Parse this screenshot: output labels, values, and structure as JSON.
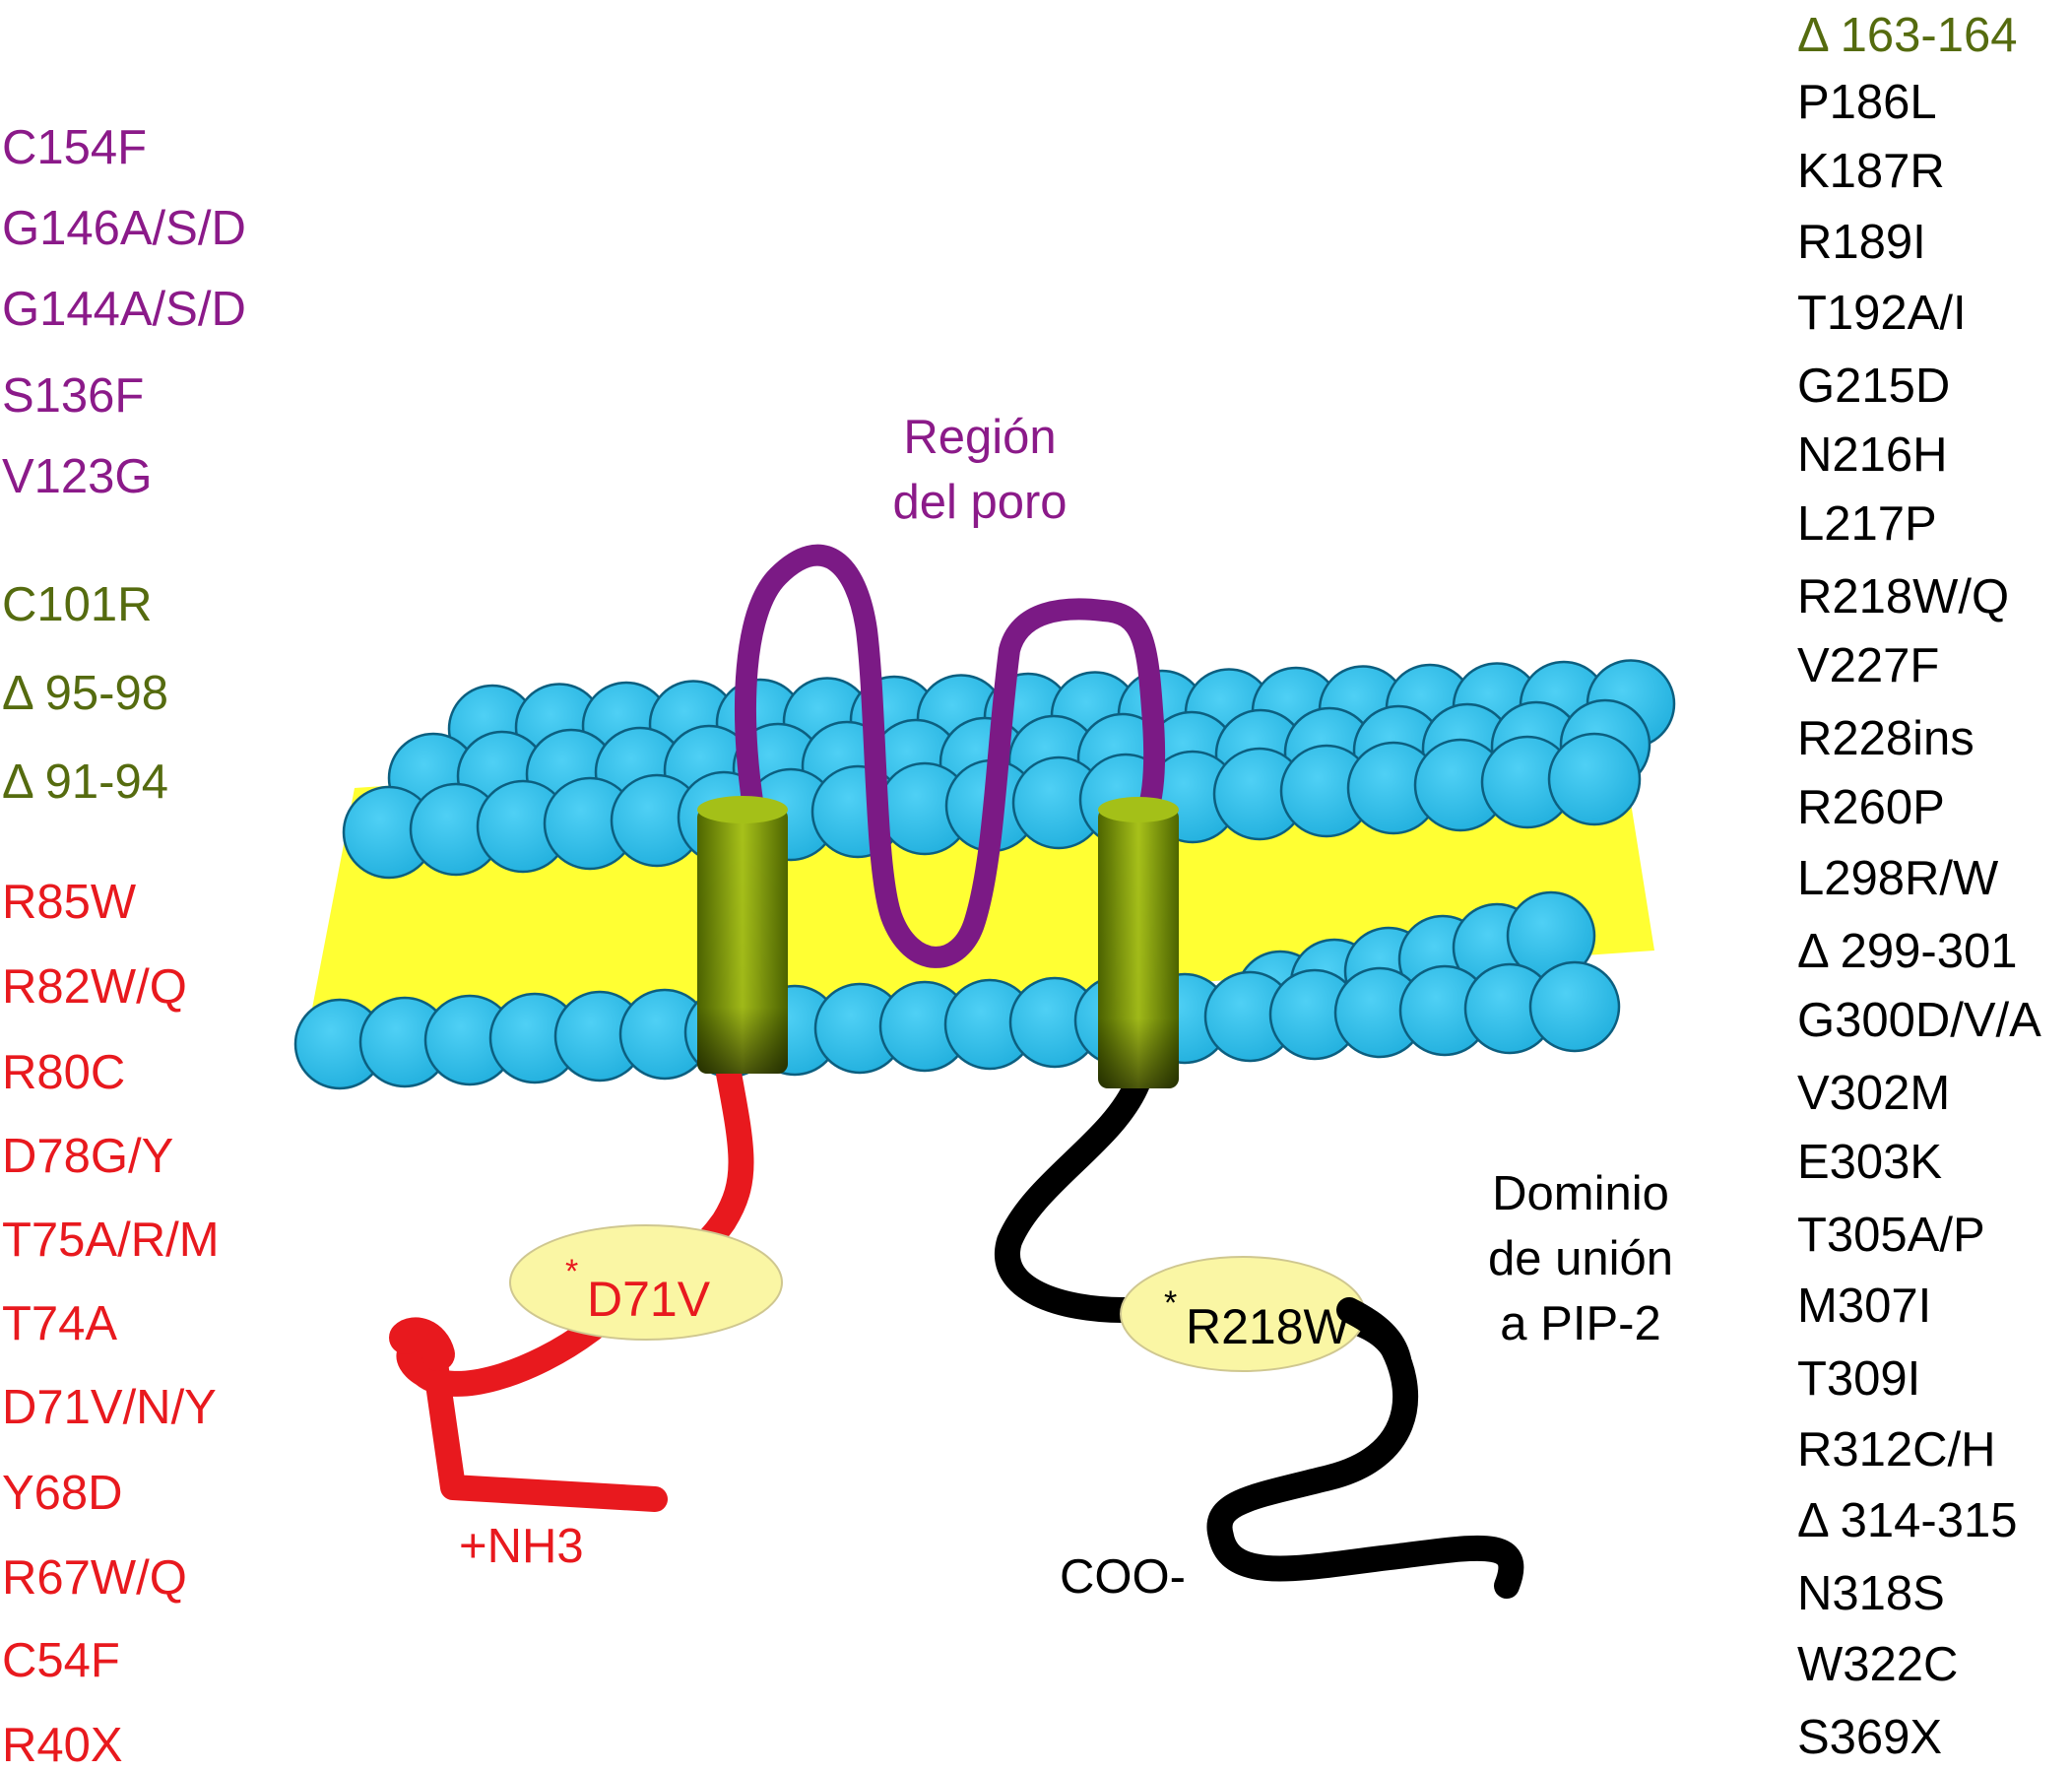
{
  "colors": {
    "purple": "#8B1A89",
    "olive": "#556B0F",
    "red": "#E8191E",
    "black": "#000000",
    "lipid_head": "#28B8E6",
    "membrane_core": "#FFFF33",
    "helix": "#6E8C00",
    "ellipse_fill": "#FAF6A4"
  },
  "left_mutations": [
    {
      "label": "C154F",
      "color": "purple"
    },
    {
      "label": "G146A/S/D",
      "color": "purple"
    },
    {
      "label": "G144A/S/D",
      "color": "purple"
    },
    {
      "label": "S136F",
      "color": "purple"
    },
    {
      "label": "V123G",
      "color": "purple"
    },
    {
      "label": "C101R",
      "color": "olive"
    },
    {
      "label": "Δ 95-98",
      "color": "olive"
    },
    {
      "label": "Δ 91-94",
      "color": "olive"
    },
    {
      "label": "R85W",
      "color": "red"
    },
    {
      "label": "R82W/Q",
      "color": "red"
    },
    {
      "label": "R80C",
      "color": "red"
    },
    {
      "label": "D78G/Y",
      "color": "red"
    },
    {
      "label": "T75A/R/M",
      "color": "red"
    },
    {
      "label": "T74A",
      "color": "red"
    },
    {
      "label": "D71V/N/Y",
      "color": "red"
    },
    {
      "label": "Y68D",
      "color": "red"
    },
    {
      "label": "R67W/Q",
      "color": "red"
    },
    {
      "label": "C54F",
      "color": "red"
    },
    {
      "label": "R40X",
      "color": "red"
    }
  ],
  "right_mutations": [
    {
      "label": "Δ 163-164",
      "color": "olive"
    },
    {
      "label": "P186L",
      "color": "black"
    },
    {
      "label": "K187R",
      "color": "black"
    },
    {
      "label": "R189I",
      "color": "black"
    },
    {
      "label": "T192A/I",
      "color": "black"
    },
    {
      "label": "G215D",
      "color": "black"
    },
    {
      "label": "N216H",
      "color": "black"
    },
    {
      "label": "L217P",
      "color": "black"
    },
    {
      "label": "R218W/Q",
      "color": "black"
    },
    {
      "label": "V227F",
      "color": "black"
    },
    {
      "label": "R228ins",
      "color": "black"
    },
    {
      "label": "R260P",
      "color": "black"
    },
    {
      "label": "L298R/W",
      "color": "black"
    },
    {
      "label": "Δ 299-301",
      "color": "black"
    },
    {
      "label": "G300D/V/A",
      "color": "black"
    },
    {
      "label": "V302M",
      "color": "black"
    },
    {
      "label": "E303K",
      "color": "black"
    },
    {
      "label": "T305A/P",
      "color": "black"
    },
    {
      "label": "M307I",
      "color": "black"
    },
    {
      "label": "T309I",
      "color": "black"
    },
    {
      "label": "R312C/H",
      "color": "black"
    },
    {
      "label": "Δ 314-315",
      "color": "black"
    },
    {
      "label": "N318S",
      "color": "black"
    },
    {
      "label": "W322C",
      "color": "black"
    },
    {
      "label": "S369X",
      "color": "black"
    }
  ],
  "labels": {
    "pore_region_line1": "Región",
    "pore_region_line2": "del poro",
    "pip2_line1": "Dominio",
    "pip2_line2": "de unión",
    "pip2_line3": "a PIP-2",
    "n_terminus": "+NH3",
    "c_terminus": "COO-",
    "asterisk": "*",
    "mutation_left": "D71V",
    "mutation_right": "R218W"
  }
}
